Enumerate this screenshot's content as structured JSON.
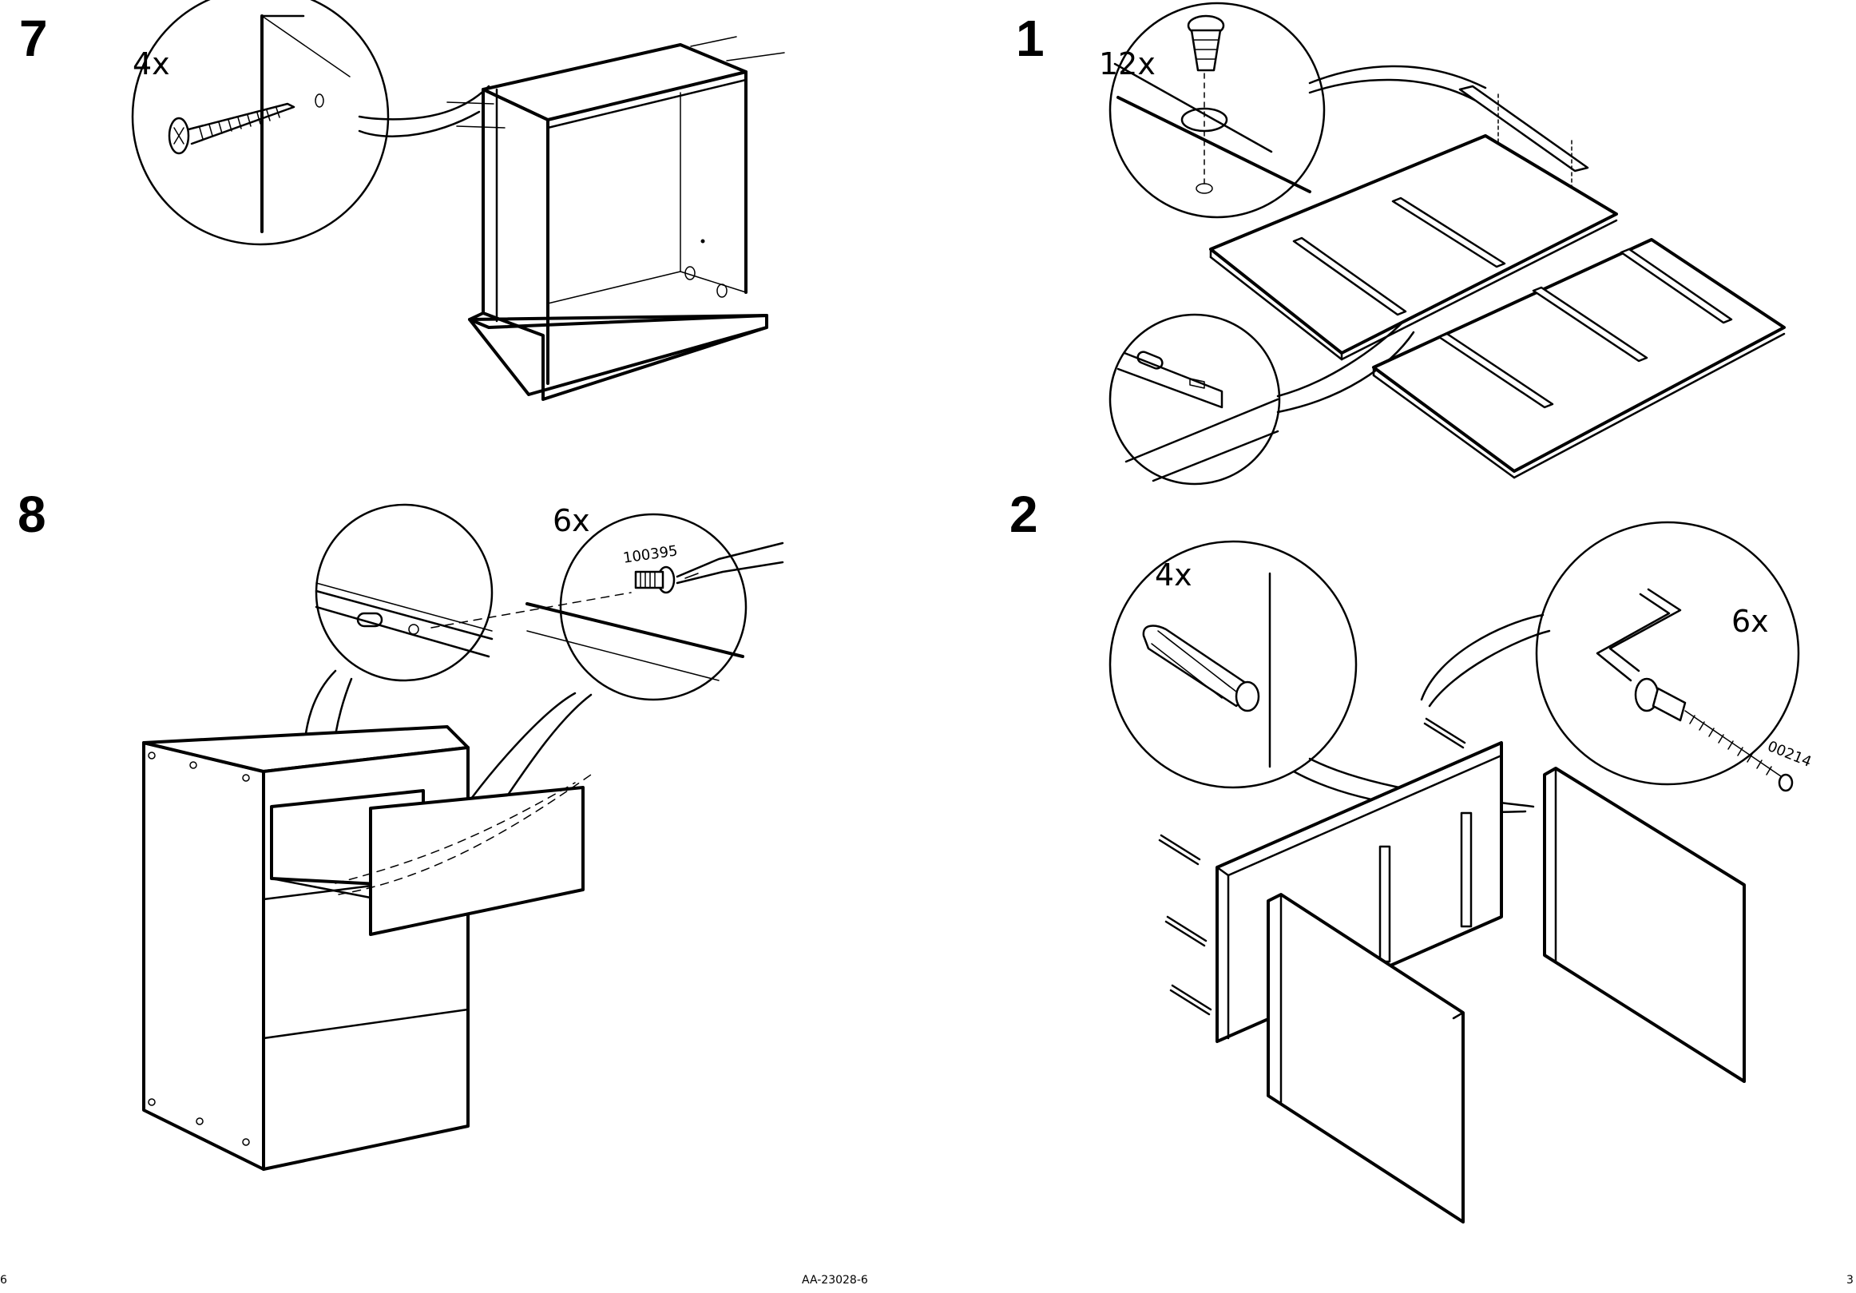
{
  "steps": [
    {
      "number": "7",
      "count": "4x"
    },
    {
      "number": "8",
      "count": "6x",
      "part_number": "100395"
    },
    {
      "number": "1",
      "count": "12x"
    },
    {
      "number": "2",
      "count_left": "4x",
      "count_right": "6x",
      "part_number": "00214"
    }
  ],
  "footer": {
    "page_left": "6",
    "doc_code": "AA-23028-6",
    "page_right": "3"
  }
}
